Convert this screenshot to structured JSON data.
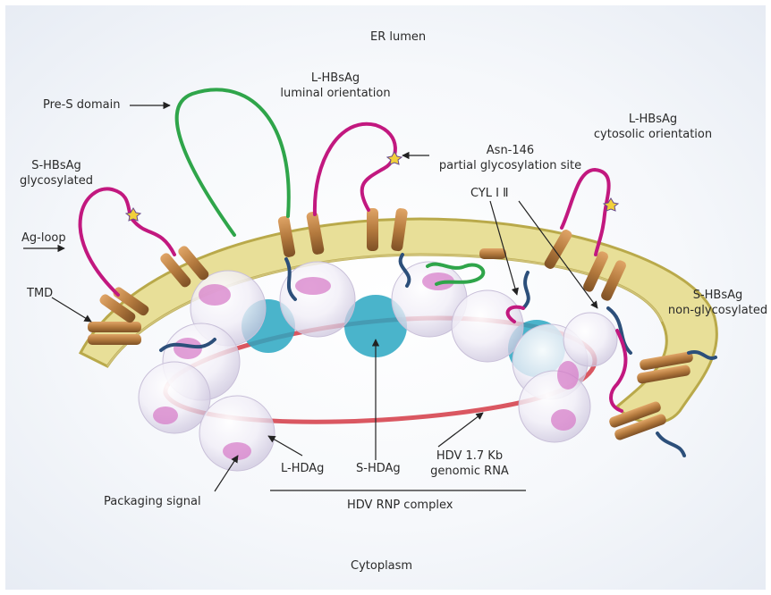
{
  "labels": {
    "er_lumen": "ER lumen",
    "pre_s_domain": "Pre-S domain",
    "l_hbsag_luminal_1": "L-HBsAg",
    "l_hbsag_luminal_2": "luminal orientation",
    "asn146_1": "Asn-146",
    "asn146_2": "partial glycosylation site",
    "l_hbsag_cytosolic_1": "L-HBsAg",
    "l_hbsag_cytosolic_2": "cytosolic orientation",
    "s_hbsag_glyco_1": "S-HBsAg",
    "s_hbsag_glyco_2": "glycosylated",
    "cyl": "CYL Ⅰ Ⅱ",
    "ag_loop": "Ag-loop",
    "tmd": "TMD",
    "s_hbsag_nonglyco_1": "S-HBsAg",
    "s_hbsag_nonglyco_2": "non-glycosylated",
    "l_hdag": "L-HDAg",
    "s_hdag": "S-HDAg",
    "hdv_rna_1": "HDV 1.7 Kb",
    "hdv_rna_2": "genomic RNA",
    "packaging_signal": "Packaging signal",
    "hdv_rnp_complex": "HDV RNP complex",
    "cytoplasm": "Cytoplasm"
  },
  "colors": {
    "membrane": "#e3d98c",
    "membrane_edge": "#b9a94a",
    "tmd_helix": "#b47a3e",
    "l_hbsag_green": "#2fa54a",
    "s_hbsag_magenta": "#c2187f",
    "glycan_star": "#f2d13a",
    "rna_red": "#d43a45",
    "s_hdag_cyan": "#2aa7c2",
    "l_hdag_pink": "#d678c7",
    "cytosolic_tail": "#2c4f7a"
  }
}
